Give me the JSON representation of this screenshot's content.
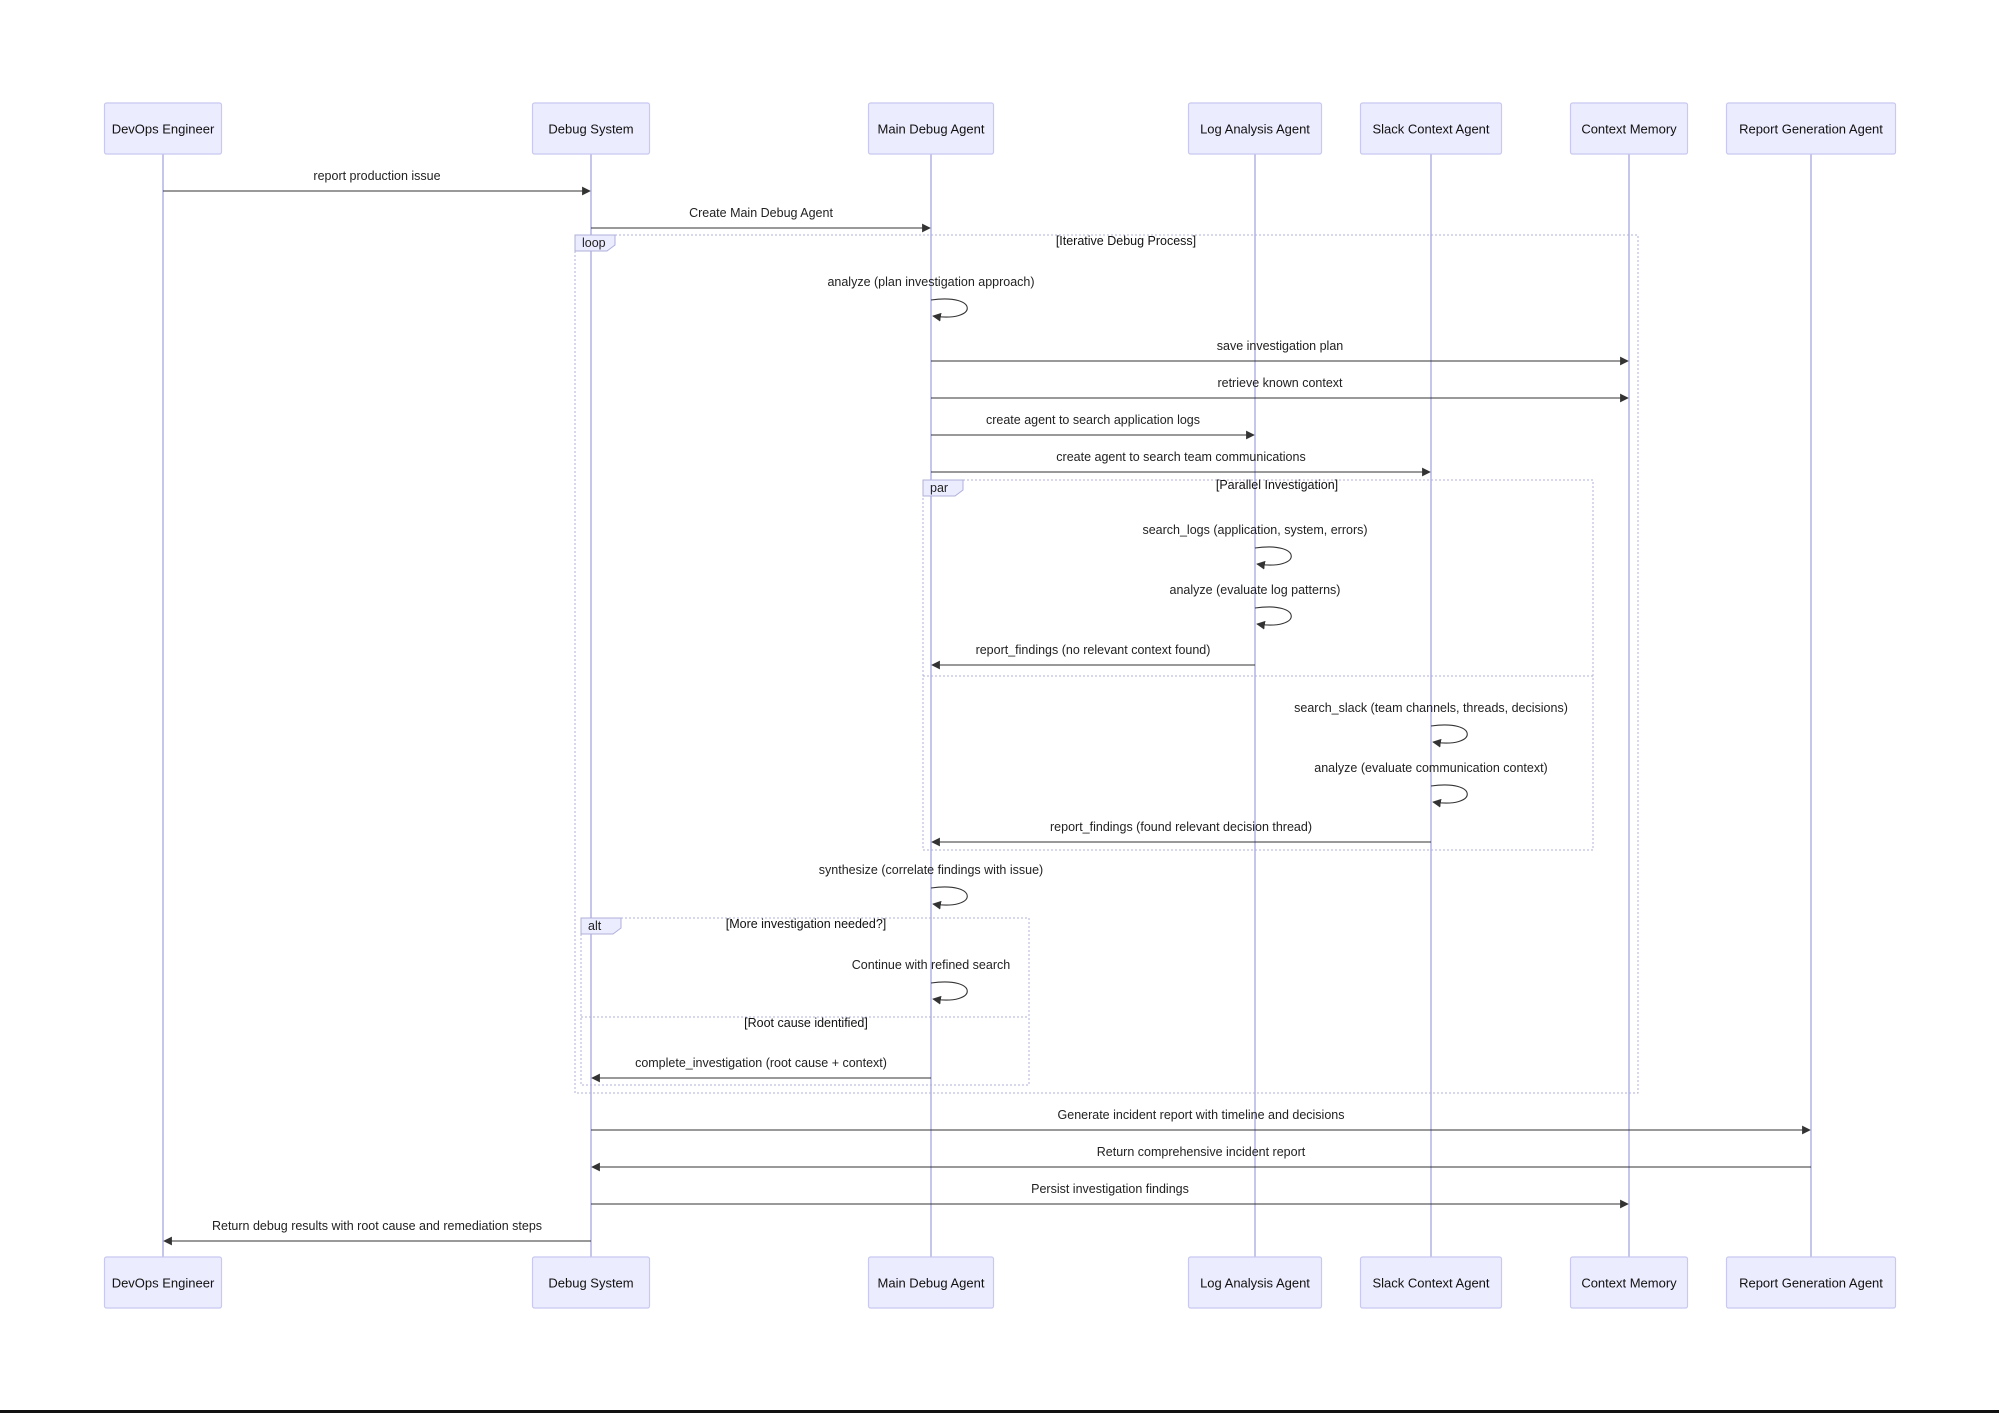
{
  "actors": [
    {
      "id": "devops",
      "label": "DevOps Engineer"
    },
    {
      "id": "system",
      "label": "Debug System"
    },
    {
      "id": "main",
      "label": "Main Debug Agent"
    },
    {
      "id": "log",
      "label": "Log Analysis Agent"
    },
    {
      "id": "slack",
      "label": "Slack Context Agent"
    },
    {
      "id": "memory",
      "label": "Context Memory"
    },
    {
      "id": "report",
      "label": "Report Generation Agent"
    }
  ],
  "frames": [
    {
      "kind": "loop",
      "conditions": [
        "[Iterative Debug Process]"
      ]
    },
    {
      "kind": "par",
      "conditions": [
        "[Parallel Investigation]"
      ]
    },
    {
      "kind": "alt",
      "conditions": [
        "[More investigation needed?]",
        "[Root cause identified]"
      ]
    }
  ],
  "messages": [
    {
      "from": "devops",
      "to": "system",
      "text": "report production issue"
    },
    {
      "from": "system",
      "to": "main",
      "text": "Create Main Debug Agent"
    },
    {
      "from": "main",
      "to": "main",
      "text": "analyze (plan investigation approach)"
    },
    {
      "from": "main",
      "to": "memory",
      "text": "save investigation plan"
    },
    {
      "from": "main",
      "to": "memory",
      "text": "retrieve known context"
    },
    {
      "from": "main",
      "to": "log",
      "text": "create agent to search application logs"
    },
    {
      "from": "main",
      "to": "slack",
      "text": "create agent to search team communications"
    },
    {
      "from": "log",
      "to": "log",
      "text": "search_logs (application, system, errors)"
    },
    {
      "from": "log",
      "to": "log",
      "text": "analyze (evaluate log patterns)"
    },
    {
      "from": "log",
      "to": "main",
      "text": "report_findings (no relevant context found)"
    },
    {
      "from": "slack",
      "to": "slack",
      "text": "search_slack (team channels, threads, decisions)"
    },
    {
      "from": "slack",
      "to": "slack",
      "text": "analyze (evaluate communication context)"
    },
    {
      "from": "slack",
      "to": "main",
      "text": "report_findings (found relevant decision thread)"
    },
    {
      "from": "main",
      "to": "main",
      "text": "synthesize (correlate findings with issue)"
    },
    {
      "from": "main",
      "to": "main",
      "text": "Continue with refined search"
    },
    {
      "from": "main",
      "to": "system",
      "text": "complete_investigation (root cause + context)"
    },
    {
      "from": "system",
      "to": "report",
      "text": "Generate incident report with timeline and decisions"
    },
    {
      "from": "report",
      "to": "system",
      "text": "Return comprehensive incident report"
    },
    {
      "from": "system",
      "to": "memory",
      "text": "Persist investigation findings"
    },
    {
      "from": "system",
      "to": "devops",
      "text": "Return debug results with root cause and remediation steps"
    }
  ],
  "colors": {
    "actor_fill": "#ececff",
    "actor_stroke": "#c8c8f0",
    "lifeline": "#b8b8e8",
    "line": "#333333"
  }
}
